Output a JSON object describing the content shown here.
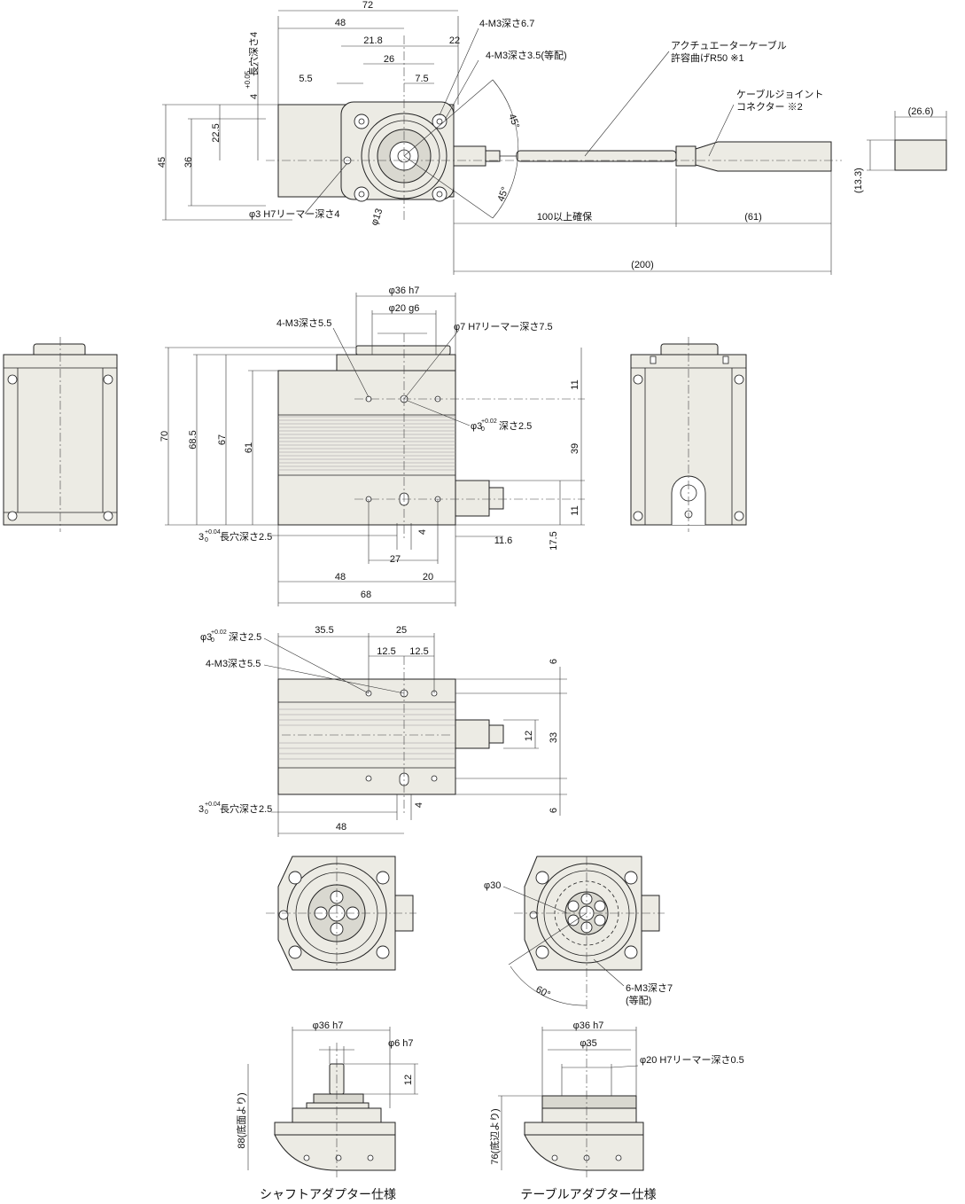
{
  "top_view": {
    "dims": {
      "w72": "72",
      "w48": "48",
      "w21_8": "21.8",
      "w22": "22",
      "w26": "26",
      "w5_5": "5.5",
      "w7_5": "7.5",
      "h45": "45",
      "h36": "36",
      "h22_5": "22.5",
      "slot": "4",
      "slot_tol": "+0.05",
      "slot_tol0": "0",
      "slot_text": "長穴深さ4"
    },
    "labels": {
      "m3_67": "4-M3深さ6.7",
      "m3_35": "4-M3深さ3.5(等配)",
      "cable_title": "アクチュエーターケーブル",
      "cable_sub": "許容曲げR50 ※1",
      "joint_title": "ケーブルジョイント",
      "joint_sub": "コネクター ※2",
      "ream": "φ3 H7リーマー深さ4",
      "phi13": "φ13",
      "angle1": "45°",
      "angle2": "45°"
    },
    "cable_dims": {
      "min_len": "100以上確保",
      "d61": "(61)",
      "d200": "(200)",
      "d26_6": "(26.6)",
      "d13_3": "(13.3)"
    }
  },
  "front_view": {
    "labels": {
      "phi36": "φ36 h7",
      "phi20": "φ20 g6",
      "m3_55": "4-M3深さ5.5",
      "phi7": "φ7 H7リーマー深さ7.5",
      "pin_phi": "φ3",
      "pin_tol": "+0.02",
      "pin_tol0": "0",
      "pin_text": "深さ2.5",
      "slot_main": "3",
      "slot_tol": "+0.04",
      "slot_tol0": "0",
      "slot_text": "長穴深さ2.5"
    },
    "dims": {
      "h70": "70",
      "h68_5": "68.5",
      "h67": "67",
      "h61": "61",
      "v11a": "11",
      "v39": "39",
      "v11b": "11",
      "v17_5": "17.5",
      "w11_6": "11.6",
      "w4": "4",
      "w27": "27",
      "w48": "48",
      "w20": "20",
      "w68": "68"
    }
  },
  "bottom_view": {
    "labels": {
      "pin_phi": "φ3",
      "pin_tol": "+0.02",
      "pin_tol0": "0",
      "pin_text": "深さ2.5",
      "m3_55": "4-M3深さ5.5",
      "slot_main": "3",
      "slot_tol": "+0.04",
      "slot_tol0": "0",
      "slot_text": "長穴深さ2.5"
    },
    "dims": {
      "w35_5": "35.5",
      "w25": "25",
      "w12_5a": "12.5",
      "w12_5b": "12.5",
      "v6a": "6",
      "v33": "33",
      "v12": "12",
      "v6b": "6",
      "w4": "4",
      "w48": "48"
    }
  },
  "adapter_views": {
    "labels": {
      "phi30": "φ30",
      "angle60": "60°",
      "m3_7": "6-M3深さ7",
      "m3_7_sub": "(等配)"
    }
  },
  "shaft_adapter": {
    "caption": "シャフトアダプター仕様",
    "dims": {
      "phi36": "φ36 h7",
      "phi6": "φ6 h7",
      "v12": "12",
      "h88": "88(底面より)"
    }
  },
  "table_adapter": {
    "caption": "テーブルアダプター仕様",
    "dims": {
      "phi36": "φ36 h7",
      "phi35": "φ35",
      "phi20": "φ20 H7リーマー深さ0.5",
      "h76": "76(底辺より)"
    }
  }
}
